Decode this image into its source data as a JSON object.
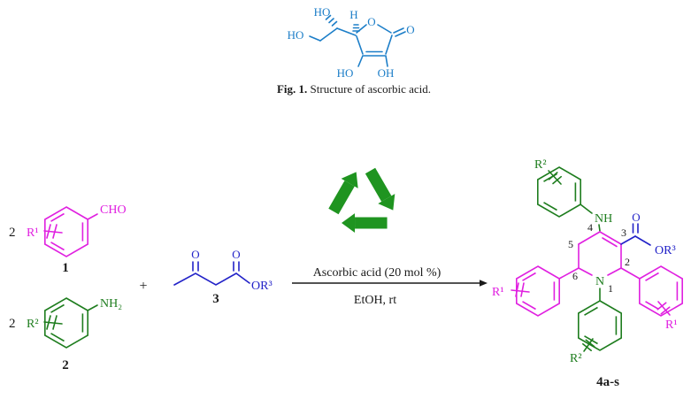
{
  "figure": {
    "caption": {
      "bold": "Fig. 1.",
      "rest": " Structure of ascorbic acid."
    },
    "ascorbic_labels": {
      "ho_top": "HO",
      "h_top": "H",
      "ring_o": "O",
      "carbonyl_o": "O",
      "ho_left": "HO",
      "ho_bottom_left": "HO",
      "oh_bottom_right": "OH"
    }
  },
  "scheme": {
    "reactant1": {
      "coeff": "2",
      "r": "R¹",
      "cho": "CHO",
      "num": "1"
    },
    "reactant2": {
      "coeff": "2",
      "r": "R²",
      "nh2": "NH₂",
      "num": "2"
    },
    "plus": "+",
    "reactant3": {
      "o_keto": "O",
      "o_ester": "O",
      "or": "OR³",
      "num": "3"
    },
    "arrow": {
      "above": "Ascorbic acid (20 mol %)",
      "below": "EtOH, rt"
    },
    "product": {
      "r2_top": "R²",
      "nh": "NH",
      "o": "O",
      "or": "OR³",
      "n": "N",
      "r1_left": "R¹",
      "r1_right": "R¹",
      "r2_bottom": "R²",
      "pos1": "1",
      "pos2": "2",
      "pos3": "3",
      "pos4": "4",
      "pos5": "5",
      "pos6": "6",
      "num": "4a-s"
    },
    "colors": {
      "aldehyde_magenta": "#E020E0",
      "amine_green": "#1E7D1E",
      "ester_blue": "#2222C8",
      "ascorbic_blue": "#1C7EC8",
      "recycle_green": "#1F9420",
      "text_black": "#1a1a1a"
    }
  }
}
